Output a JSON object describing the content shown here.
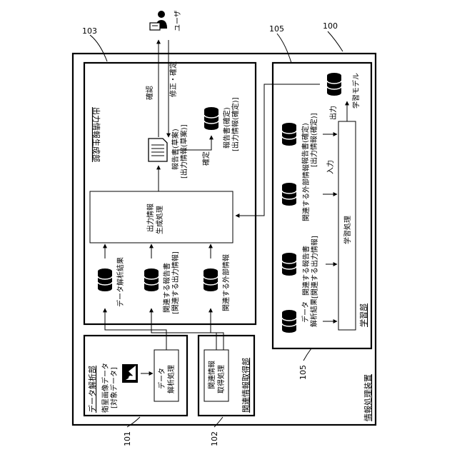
{
  "refs": {
    "r100": "100",
    "r101": "101",
    "r102": "102",
    "r103": "103",
    "r105a": "105",
    "r105b": "105"
  },
  "titles": {
    "device": "情報処理装置",
    "analysis_unit": "データ解析部",
    "related_unit": "関連情報取得部",
    "output_unit": "出力情報生成部",
    "learning_unit": "学習部"
  },
  "nodes": {
    "satellite_line1": "衛星画像データ",
    "satellite_line2": "[対象データ]",
    "analysis_proc_line1": "データ",
    "analysis_proc_line2": "解析処理",
    "related_proc_line1": "関連情報",
    "related_proc_line2": "取得処理",
    "gen_proc_line1": "出力情報",
    "gen_proc_line2": "生成処理",
    "db_analysis": "データ解析結果",
    "db_related_report_line1": "関連する報告書",
    "db_related_report_line2": "[関連する出力情報]",
    "db_external": "関連する外部情報",
    "draft_line1": "報告書(草案)",
    "draft_line2": "[出力情報(草案)]",
    "final_line1": "報告書(確定)",
    "final_line2": "[出力情報(確定)]",
    "user": "ユーザ",
    "confirm_label": "確認",
    "fix_label": "修正・確定",
    "commit_label": "確定",
    "model_label": "学習モデル",
    "learn_analysis_line1": "データ",
    "learn_analysis_line2": "解析結果",
    "learn_related_line1": "関連する報告書",
    "learn_related_line2": "[関連する出力情報]",
    "learn_external": "関連する外部情報",
    "learn_final_line1": "報告書(確定)",
    "learn_final_line2": "[出力情報(確定)]",
    "learn_proc": "学習処理",
    "input_label": "入力",
    "output_label": "出力"
  }
}
